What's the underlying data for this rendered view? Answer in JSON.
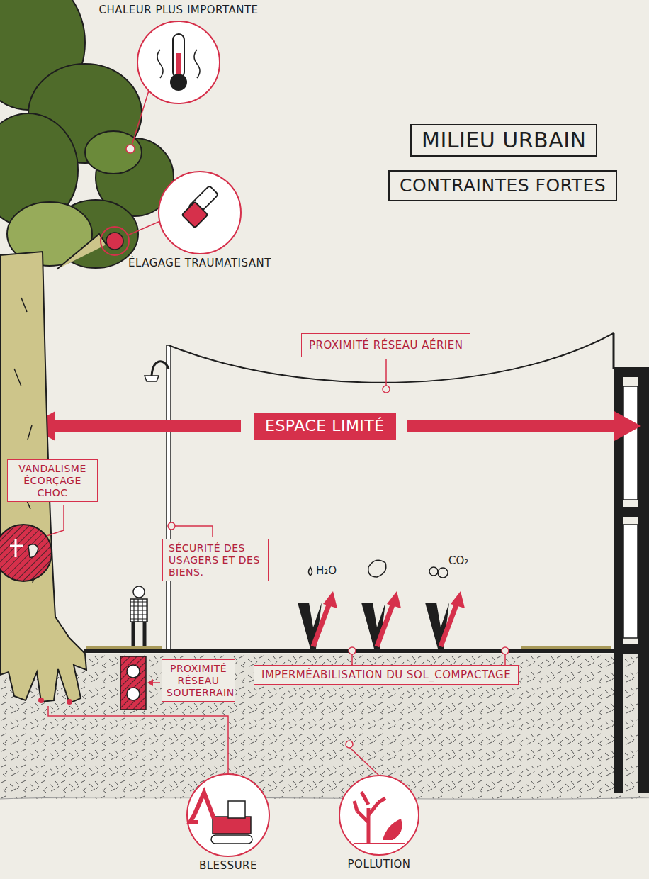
{
  "diagram": {
    "nodes": [
      {
        "text": [
          "MILIEU URBAIN"
        ]
      },
      {
        "text": [
          "CONTRAINTES FORTES"
        ]
      },
      {
        "text": [
          "CHALEUR PLUS IMPORTANTE"
        ]
      },
      {
        "text": [
          "ÉLAGAGE TRAUMATISANT"
        ]
      },
      {
        "text": [
          "PROXIMITÉ RÉSEAU AÉRIEN"
        ]
      },
      {
        "text": [
          "ESPACE LIMITÉ"
        ]
      },
      {
        "text": [
          "VANDALISME ÉCORÇAGE CHOC"
        ]
      },
      {
        "text": [
          "SÉCURITÉ DES USAGERS ET DES BIENS."
        ]
      },
      {
        "text": [
          "PROXIMITÉ RÉSEAU SOUTERRAIN"
        ]
      },
      {
        "text": [
          "IMPERMÉABILISATION DU SOL_COMPACTAGE"
        ]
      },
      {
        "text": [
          "BLESSURE"
        ]
      },
      {
        "text": [
          "POLLUTION"
        ]
      }
    ],
    "labels": [
      "H₂O",
      "CO₂"
    ]
  }
}
